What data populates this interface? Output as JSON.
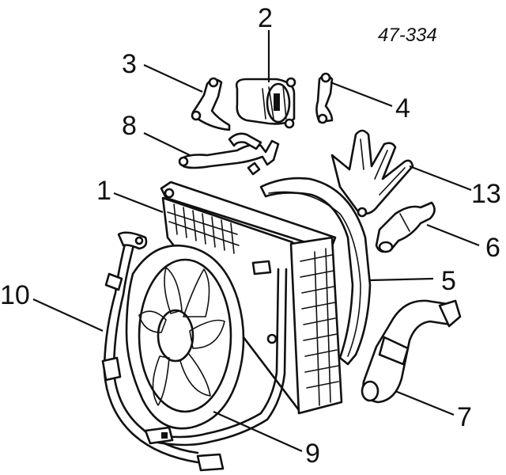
{
  "reference_number": "47-334",
  "parts": [
    {
      "id": "1",
      "label": "1"
    },
    {
      "id": "2",
      "label": "2"
    },
    {
      "id": "3",
      "label": "3"
    },
    {
      "id": "4",
      "label": "4"
    },
    {
      "id": "5",
      "label": "5"
    },
    {
      "id": "6",
      "label": "6"
    },
    {
      "id": "7",
      "label": "7"
    },
    {
      "id": "8",
      "label": "8"
    },
    {
      "id": "9",
      "label": "9"
    },
    {
      "id": "10",
      "label": "10"
    },
    {
      "id": "13",
      "label": "13"
    }
  ],
  "colors": {
    "ink": "#111111",
    "background": "#ffffff"
  }
}
